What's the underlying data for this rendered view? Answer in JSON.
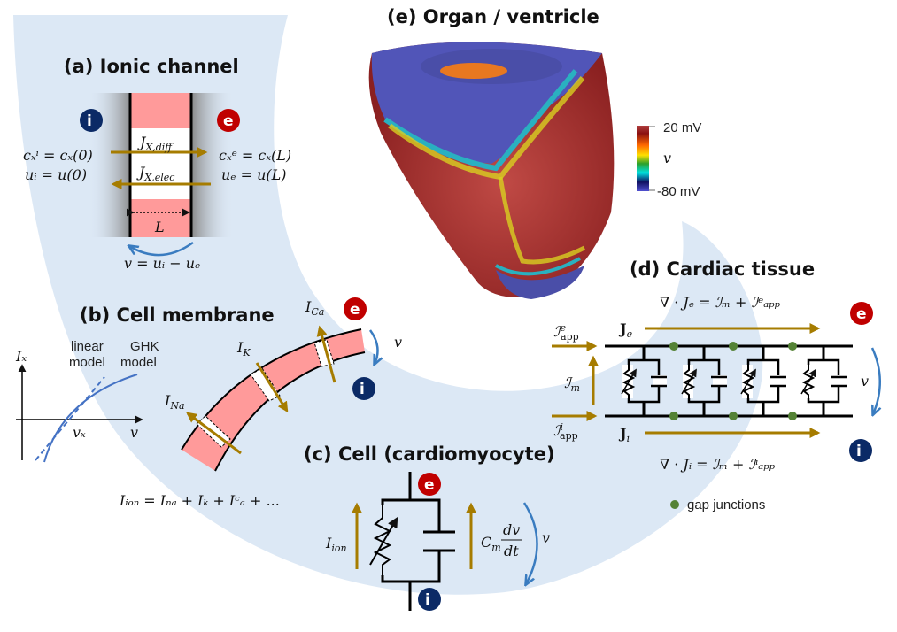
{
  "colors": {
    "band": "#dce8f5",
    "gold": "#a67c00",
    "pink": "#ff9a9a",
    "blue_arrow": "#3a7cc0",
    "badge_i": "#0b2a66",
    "badge_e": "#c00000",
    "gap_junction": "#548235",
    "curve": "#4472c4"
  },
  "badges": {
    "intra": "i",
    "extra": "e"
  },
  "panel_a": {
    "title": "(a) Ionic channel",
    "j_diff": "J",
    "j_diff_sub": "X,diff",
    "j_elec": "J",
    "j_elec_sub": "X,elec",
    "ci_eq": "cₓⁱ = cₓ(0)",
    "ui_eq": "uᵢ = u(0)",
    "ce_eq": "cₓᵉ = cₓ(L)",
    "ue_eq": "uₑ = u(L)",
    "length": "L",
    "voltage_eq": "v = uᵢ − uₑ"
  },
  "panel_b": {
    "title": "(b) Cell membrane",
    "y_axis": "Iₓ",
    "x_axis": "v",
    "reversal": "vₓ",
    "linear_label_1": "linear",
    "linear_label_2": "model",
    "ghk_label_1": "GHK",
    "ghk_label_2": "model",
    "i_na": "I",
    "i_na_sub": "Na",
    "i_k": "I",
    "i_k_sub": "K",
    "i_ca": "I",
    "i_ca_sub": "Ca",
    "v": "v",
    "ion_sum": "Iᵢₒₙ = Iₙₐ + Iₖ + Iᶜₐ + ..."
  },
  "panel_c": {
    "title": "(c) Cell (cardiomyocyte)",
    "i_ion": "I",
    "i_ion_sub": "ion",
    "cap_current": "C",
    "cap_sub": "m",
    "dv": "dv",
    "dt": "dt",
    "v": "v"
  },
  "panel_d": {
    "title": "(d) Cardiac tissue",
    "eq_e": "∇ · Jₑ = ℐₘ + ℐᵉₐₚₚ",
    "eq_i": "∇ · Jᵢ = ℐₘ + ℐⁱₐₚₚ",
    "je": "J",
    "je_sub": "e",
    "ji": "J",
    "ji_sub": "i",
    "iapp_e": "ℐ",
    "iapp_e_sup": "e",
    "iapp_i": "ℐ",
    "iapp_i_sup": "i",
    "app": "app",
    "im": "ℐ",
    "im_sub": "m",
    "v": "v",
    "legend": "gap junctions"
  },
  "panel_e": {
    "title": "(e) Organ / ventricle",
    "colorbar_max": "20 mV",
    "colorbar_min": "-80 mV",
    "colorbar_var": "v"
  }
}
